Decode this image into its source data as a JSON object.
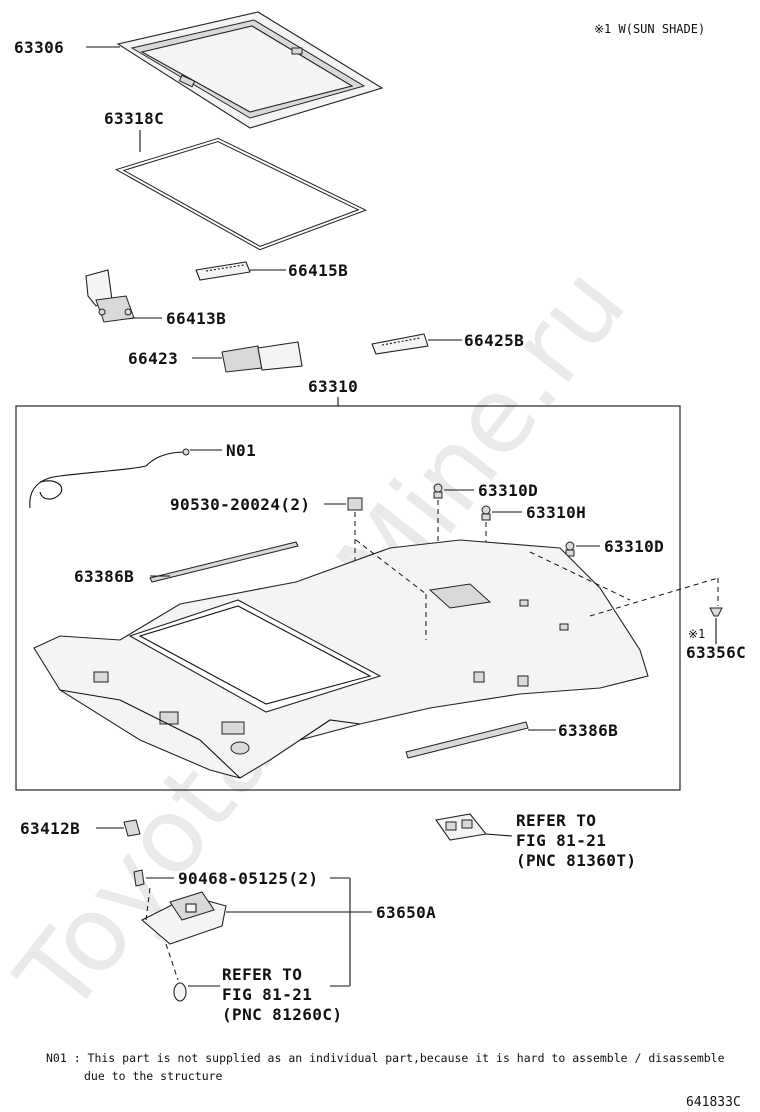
{
  "header_note": "※1 W(SUN SHADE)",
  "parts": {
    "p63306": "63306",
    "p63318C": "63318C",
    "p66415B": "66415B",
    "p66413B": "66413B",
    "p66423": "66423",
    "p66425B": "66425B",
    "p63310": "63310",
    "pN01": "N01",
    "p90530": "90530-20024(2)",
    "p63310D_a": "63310D",
    "p63310H": "63310H",
    "p63310D_b": "63310D",
    "p63386B_a": "63386B",
    "p63356C_mark": "※1",
    "p63356C": "63356C",
    "p63386B_b": "63386B",
    "p63412B": "63412B",
    "p90468": "90468-05125(2)",
    "p63650A": "63650A"
  },
  "refer_a": {
    "line1": "REFER TO",
    "line2": "FIG 81-21",
    "line3": "(PNC 81360T)"
  },
  "refer_b": {
    "line1": "REFER TO",
    "line2": "FIG 81-21",
    "line3": "(PNC 81260C)"
  },
  "footnote": {
    "line1": "N01 : This part is not supplied as an individual part,because it is hard to assemble / disassemble",
    "line2": "due to the structure"
  },
  "figure_code": "641833C",
  "watermark": "ToyotaCarMine.ru"
}
